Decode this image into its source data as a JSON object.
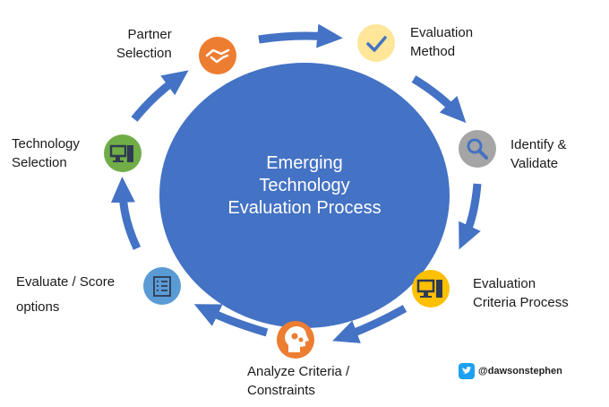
{
  "center": {
    "lines": [
      "Emerging",
      "Technology",
      "Evaluation Process"
    ],
    "color": "#4472C4"
  },
  "arrow_color": "#4472C4",
  "steps": [
    {
      "id": "partner-selection",
      "lines": [
        "Partner",
        "Selection"
      ],
      "icon": "handshake-icon",
      "color": "#ED7D31"
    },
    {
      "id": "evaluation-method",
      "lines": [
        "Evaluation",
        "Method"
      ],
      "icon": "checkmark-icon",
      "color": "#FFE699"
    },
    {
      "id": "identify-validate",
      "lines": [
        "Identify &",
        "Validate"
      ],
      "icon": "magnifier-icon",
      "color": "#A5A5A5"
    },
    {
      "id": "evaluation-criteria-process",
      "lines": [
        "Evaluation",
        "Criteria Process"
      ],
      "icon": "computer-icon",
      "color": "#FFC000"
    },
    {
      "id": "analyze-criteria",
      "lines": [
        "Analyze Criteria /",
        "Constraints"
      ],
      "icon": "head-gears-icon",
      "color": "#ED7D31"
    },
    {
      "id": "evaluate-score",
      "lines": [
        "Evaluate / Score",
        "options"
      ],
      "icon": "checklist-icon",
      "color": "#5B9BD5"
    },
    {
      "id": "technology-selection",
      "lines": [
        "Technology",
        "Selection"
      ],
      "icon": "computer-icon",
      "color": "#70AD47"
    }
  ],
  "footer": {
    "icon": "twitter-bird-icon",
    "handle": "@dawsonstephen"
  }
}
